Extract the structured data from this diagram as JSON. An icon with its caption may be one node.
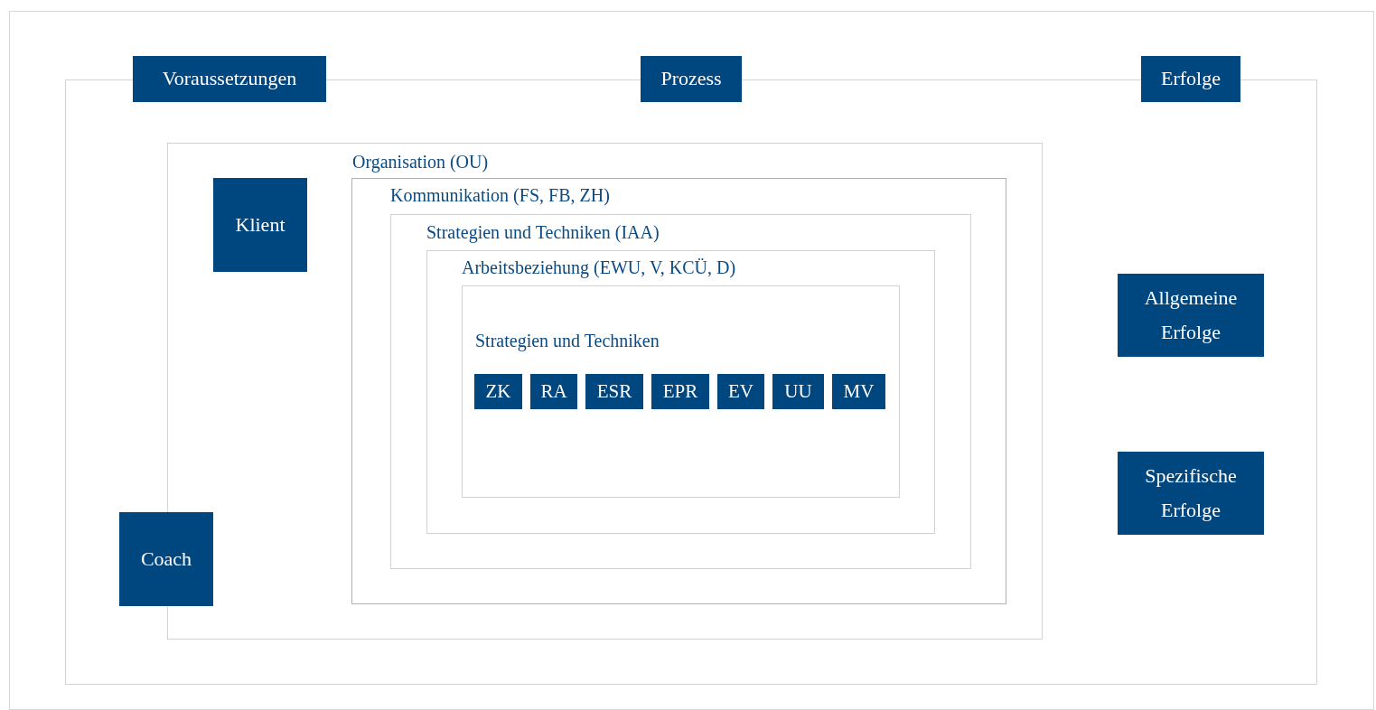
{
  "diagram": {
    "nodes": [
      {
        "text": [],
        "shape": "box"
      },
      {
        "text": [
          "Voraussetzungen"
        ]
      },
      {
        "text": [
          "Prozess"
        ]
      },
      {
        "text": [
          "Erfolge"
        ]
      },
      {
        "text": [
          "Organisation (OU)"
        ],
        "in": 0
      },
      {
        "text": [
          "Klient"
        ],
        "in": 4
      },
      {
        "text": [
          "Kommunikation (FS, FB, ZH)"
        ],
        "in": 4
      },
      {
        "text": [
          "Strategien und Techniken (IAA)"
        ],
        "in": 6
      },
      {
        "text": [
          "Arbeitsbeziehung (EWU, V, KCÜ, D)"
        ],
        "in": 7
      },
      {
        "text": [
          "Strategien und Techniken"
        ],
        "in": 8
      },
      {
        "text": [
          "ZK"
        ],
        "in": 9
      },
      {
        "text": [
          "RA"
        ],
        "in": 9
      },
      {
        "text": [
          "ESR"
        ],
        "in": 9
      },
      {
        "text": [
          "EPR"
        ],
        "in": 9
      },
      {
        "text": [
          "EV"
        ],
        "in": 9
      },
      {
        "text": [
          "UU"
        ],
        "in": 9
      },
      {
        "text": [
          "MV"
        ],
        "in": 9
      },
      {
        "text": [
          "Coach"
        ],
        "in": 0
      },
      {
        "text": [
          "Allgemeine Erfolge"
        ],
        "in": 0
      },
      {
        "text": [
          "Spezifische Erfolge"
        ],
        "in": 0
      }
    ]
  }
}
